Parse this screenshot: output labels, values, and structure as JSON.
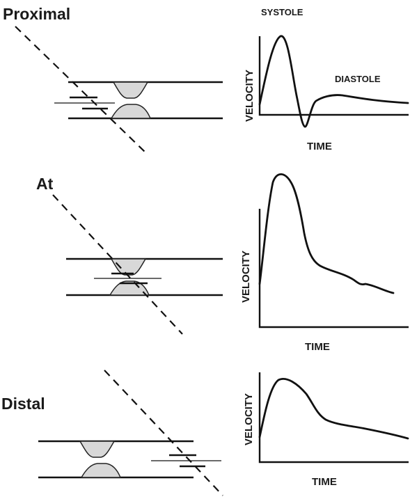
{
  "panels": [
    {
      "title": "Proximal",
      "systole_label": "SYSTOLE",
      "diastole_label": "DIASTOLE",
      "ylabel": "VELOCITY",
      "xlabel": "TIME"
    },
    {
      "title": "At",
      "ylabel": "VELOCITY",
      "xlabel": "TIME"
    },
    {
      "title": "Distal",
      "ylabel": "VELOCITY",
      "xlabel": "TIME"
    }
  ]
}
